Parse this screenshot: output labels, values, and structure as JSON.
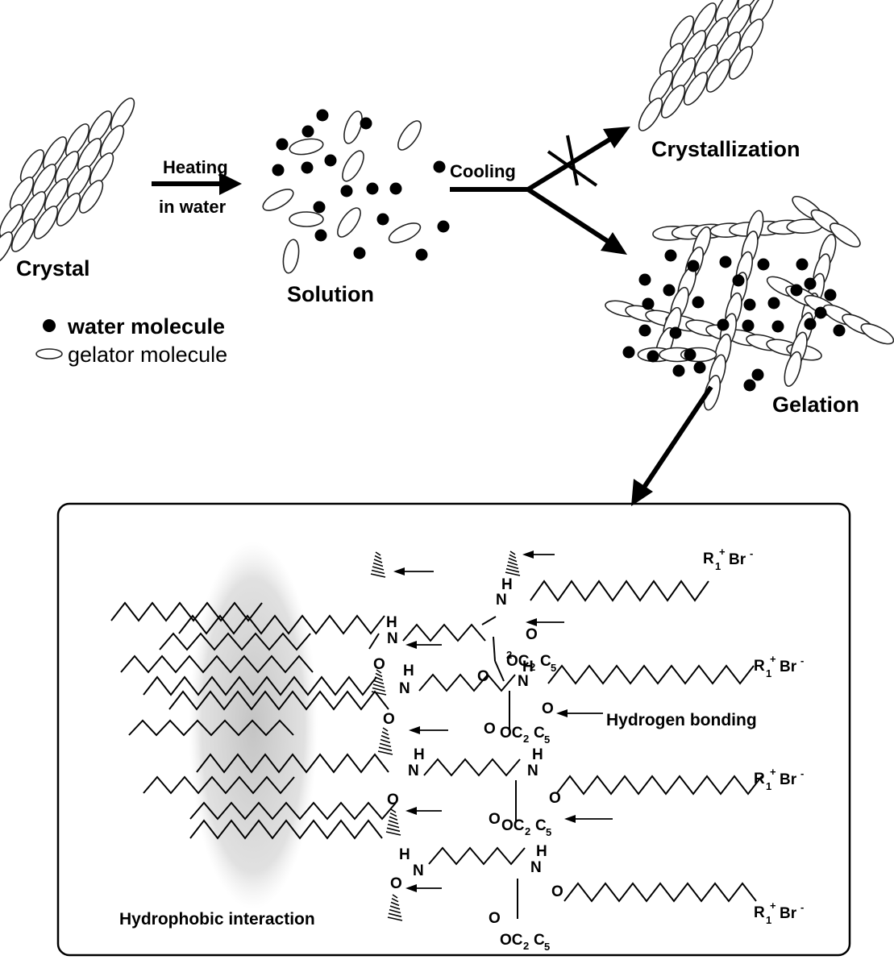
{
  "labels": {
    "crystal": "Crystal",
    "heating": "Heating",
    "in_water": "in water",
    "solution": "Solution",
    "cooling": "Cooling",
    "crystallization": "Crystallization",
    "gelation": "Gelation",
    "hydrogen_bonding": "Hydrogen bonding",
    "hydrophobic_interaction": "Hydrophobic interaction"
  },
  "legend": {
    "water": "water molecule",
    "gelator": "gelator molecule"
  },
  "chem": {
    "H": "H",
    "N": "N",
    "O": "O",
    "OC": "OC",
    "C": "C",
    "two": "2",
    "five": "5",
    "R": "R",
    "one": "1",
    "plus": "+",
    "Br": "Br",
    "minus": "-"
  },
  "colors": {
    "ink": "#000000",
    "molecule_fill": "#ffffff",
    "hydrophobic_shade": "#c8c8c8"
  }
}
